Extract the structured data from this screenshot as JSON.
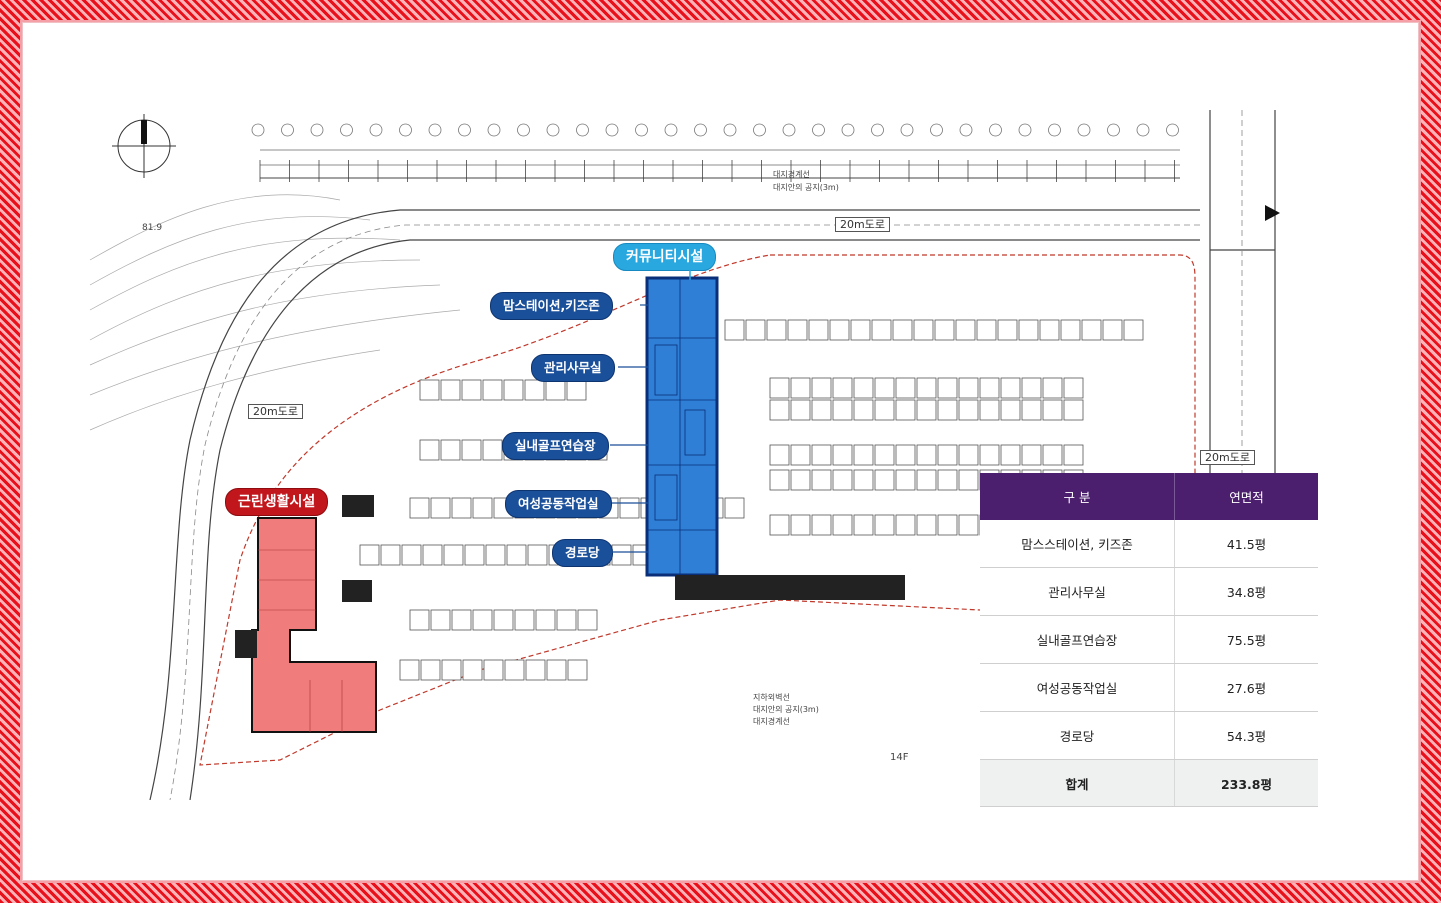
{
  "plan": {
    "callouts": {
      "community": "커뮤니티시설",
      "moms_station": "맘스테이션,키즈존",
      "management": "관리사무실",
      "golf": "실내골프연습장",
      "womens_workshop": "여성공동작업실",
      "senior": "경로당",
      "neighborhood": "근린생활시설"
    },
    "road_labels": [
      "20m도로",
      "20m도로",
      "20m도로"
    ],
    "annotations": {
      "site_boundary_top": "대지경계선",
      "open_space_top": "대지안의 공지(3m)",
      "underground_wall": "지하외벽선",
      "open_space_bottom": "대지안의 공지(3m)",
      "site_boundary_bottom": "대지경계선",
      "floors": "14F",
      "contour": "81.9"
    },
    "colors": {
      "community_fill": "#2f7fd6",
      "community_outline": "#0a2f78",
      "neighborhood_fill": "#f07c7c",
      "table_header": "#4b1e6e"
    }
  },
  "table": {
    "headers": [
      "구 분",
      "연면적"
    ],
    "rows": [
      {
        "name": "맘스스테이션, 키즈존",
        "area": "41.5평"
      },
      {
        "name": "관리사무실",
        "area": "34.8평"
      },
      {
        "name": "실내골프연습장",
        "area": "75.5평"
      },
      {
        "name": "여성공동작업실",
        "area": "27.6평"
      },
      {
        "name": "경로당",
        "area": "54.3평"
      }
    ],
    "total": {
      "name": "합계",
      "area": "233.8평"
    }
  }
}
